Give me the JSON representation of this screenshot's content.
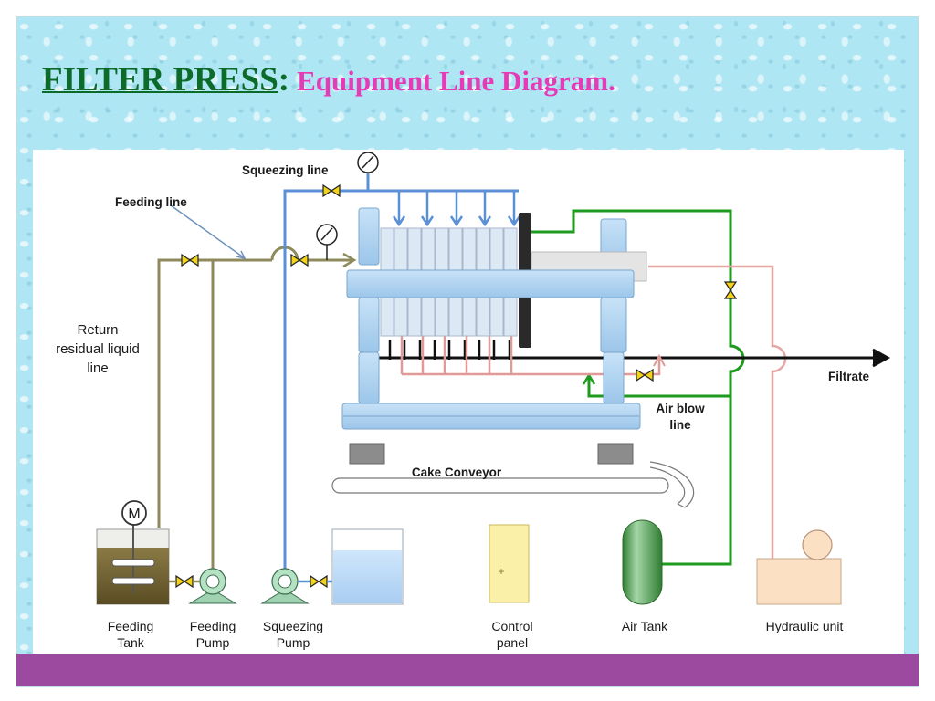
{
  "title": {
    "main": "FILTER PRESS",
    "separator": ":",
    "subtitle": "Equipment Line Diagram."
  },
  "diagram": {
    "line_labels": {
      "squeezing_line": "Squeezing line",
      "feeding_line": "Feeding line",
      "return_line": [
        "Return",
        "residual liquid",
        "line"
      ],
      "filtrate": "Filtrate",
      "air_blow_line": [
        "Air blow",
        "line"
      ],
      "cake_conveyor": "Cake Conveyor"
    },
    "motor_symbol": "M",
    "control_panel_symbol": "+",
    "equipment": [
      {
        "id": "feeding-tank",
        "label": [
          "Feeding",
          "Tank"
        ]
      },
      {
        "id": "feeding-pump",
        "label": [
          "Feeding",
          "Pump"
        ]
      },
      {
        "id": "squeezing-pump",
        "label": [
          "Squeezing",
          "Pump"
        ]
      },
      {
        "id": "control-panel",
        "label": [
          "Control",
          "panel"
        ]
      },
      {
        "id": "air-tank",
        "label": [
          "Air Tank"
        ]
      },
      {
        "id": "hydraulic-unit",
        "label": [
          "Hydraulic unit"
        ]
      }
    ],
    "colors": {
      "feeding_line": "#8e8a5c",
      "squeezing_line": "#5b8fd6",
      "air_line": "#1e9a1e",
      "filtrate_line": "#111111",
      "residual_line": "#e09a98",
      "frame": "#a8cfee",
      "plates": "#dde8f5",
      "moving_head": "#2a2a2a"
    }
  }
}
